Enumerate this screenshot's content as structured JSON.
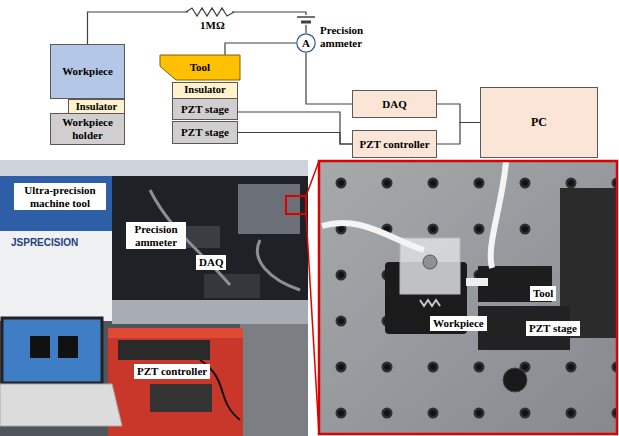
{
  "diagram": {
    "nodes": [
      {
        "text": [
          "Workpiece"
        ]
      },
      {
        "text": [
          "Insulator"
        ]
      },
      {
        "text": [
          "Workpiece holder"
        ]
      },
      {
        "text": [
          "Tool"
        ]
      },
      {
        "text": [
          "Insulator"
        ]
      },
      {
        "text": [
          "PZT stage"
        ]
      },
      {
        "text": [
          "PZT stage"
        ]
      },
      {
        "text": [
          "A",
          "Precision ammeter"
        ]
      },
      {
        "text": [
          "DAQ"
        ]
      },
      {
        "text": [
          "PZT controller"
        ]
      },
      {
        "text": [
          "PC"
        ]
      }
    ],
    "edges": [
      {
        "from": 0,
        "to": 7,
        "arrow": "none"
      },
      {
        "from": 7,
        "to": 3,
        "arrow": "none"
      },
      {
        "from": 7,
        "to": 8,
        "arrow": "none"
      },
      {
        "from": 5,
        "to": 9,
        "arrow": "none"
      },
      {
        "from": 6,
        "to": 9,
        "arrow": "none"
      },
      {
        "from": 8,
        "to": 10,
        "arrow": "none"
      },
      {
        "from": 9,
        "to": 10,
        "arrow": "none"
      }
    ],
    "labels": [
      "1MΩ",
      "Ultra-precision machine tool",
      "JSPRECISION",
      "Precision ammeter",
      "DAQ",
      "PZT controller",
      "Workpiece",
      "Tool",
      "PZT stage"
    ]
  }
}
